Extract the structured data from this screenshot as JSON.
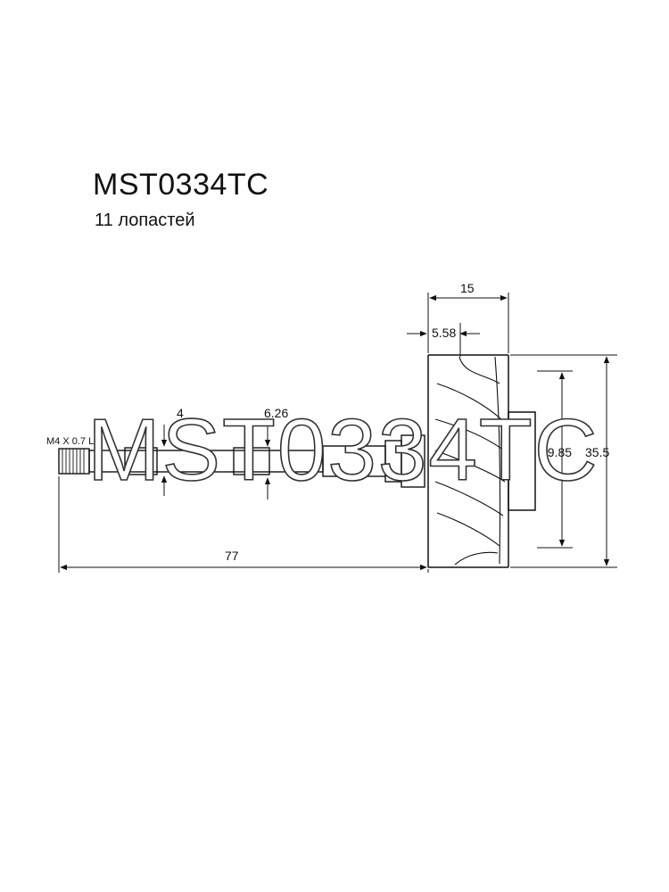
{
  "part": {
    "code": "MST0334TC",
    "blades_text": "11 лопастей"
  },
  "dimensions": {
    "overall_length": "77",
    "wheel_width": "15",
    "hub_step": "5.58",
    "shaft_diameter": "6.26",
    "shaft_left_dim": "4",
    "inner_diameter": "29.85",
    "outer_diameter": "35.5",
    "thread": "M4 X 0.7 LH"
  },
  "watermark": {
    "text": "MST0334TC"
  },
  "colors": {
    "line": "#111111",
    "background": "#ffffff"
  }
}
